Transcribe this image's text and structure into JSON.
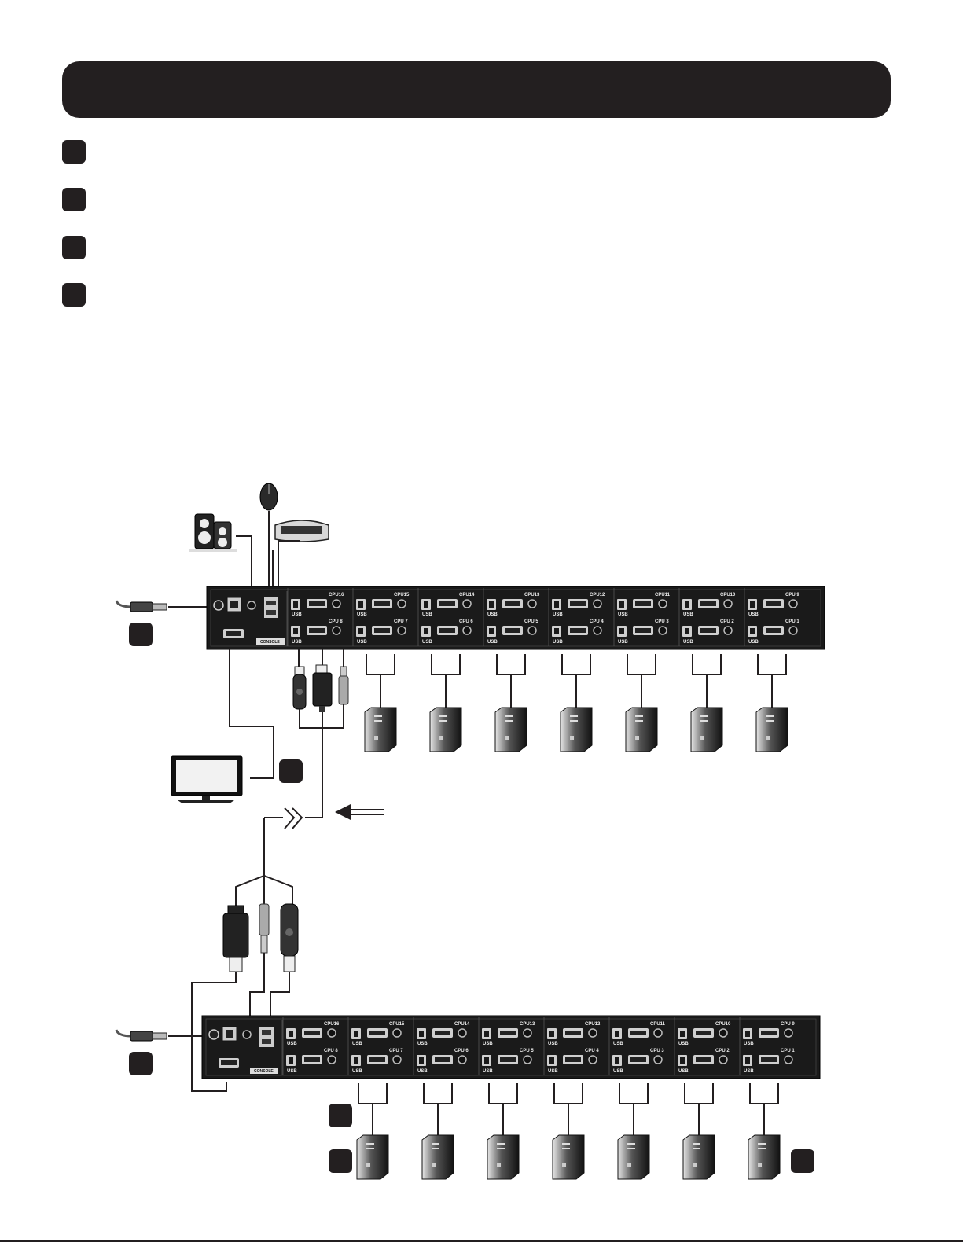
{
  "steps": [
    {
      "id": 1
    },
    {
      "id": 2
    },
    {
      "id": 3
    },
    {
      "id": 4
    }
  ],
  "switch": {
    "cpu_ports_top": [
      "CPU16",
      "CPU15",
      "CPU14",
      "CPU13",
      "CPU12",
      "CPU11",
      "CPU10",
      "CPU 9"
    ],
    "cpu_ports_bottom": [
      "CPU 8",
      "CPU 7",
      "CPU 6",
      "CPU 5",
      "CPU 4",
      "CPU 3",
      "CPU 2",
      "CPU 1"
    ],
    "usb_label": "USB",
    "console_label": "CONSOLE"
  },
  "colors": {
    "ink": "#231f20",
    "panel": "#1a1a1a",
    "port": "#cfcfcf"
  },
  "devices": {
    "top_computers": 7,
    "bottom_computers": 7
  },
  "icons": [
    "speakers-icon",
    "mouse-icon",
    "keyboard-icon",
    "monitor-icon",
    "power-adapter-icon",
    "computer-tower-icon",
    "cable-connector-icon",
    "arrow-icon"
  ]
}
